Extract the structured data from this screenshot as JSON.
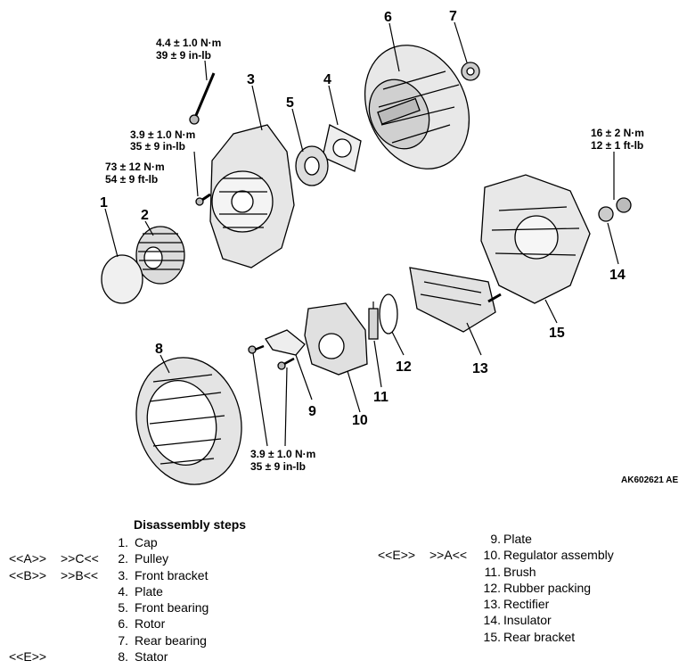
{
  "torque": {
    "t1_nm": "4.4 ± 1.0 N·m",
    "t1_inlb": "39 ± 9 in-lb",
    "t2_nm": "3.9 ± 1.0 N·m",
    "t2_inlb": "35 ± 9 in-lb",
    "t3_nm": "73 ± 12 N·m",
    "t3_ftlb": "54 ± 9 ft-lb",
    "t4_nm": "16 ± 2 N·m",
    "t4_ftlb": "12 ± 1 ft-lb",
    "t5_nm": "3.9 ± 1.0 N·m",
    "t5_inlb": "35 ± 9 in-lb"
  },
  "callouts": [
    "1",
    "2",
    "3",
    "4",
    "5",
    "6",
    "7",
    "8",
    "9",
    "10",
    "11",
    "12",
    "13",
    "14",
    "15"
  ],
  "figure_ref": "AK602621 AE",
  "steps_title": "Disassembly steps",
  "steps_left": [
    {
      "m1": "",
      "m2": "",
      "num": "1.",
      "label": "Cap"
    },
    {
      "m1": "<<A>>",
      "m2": ">>C<<",
      "num": "2.",
      "label": "Pulley"
    },
    {
      "m1": "<<B>>",
      "m2": ">>B<<",
      "num": "3.",
      "label": "Front bracket"
    },
    {
      "m1": "",
      "m2": "",
      "num": "4.",
      "label": "Plate"
    },
    {
      "m1": "",
      "m2": "",
      "num": "5.",
      "label": "Front bearing"
    },
    {
      "m1": "",
      "m2": "",
      "num": "6.",
      "label": "Rotor"
    },
    {
      "m1": "",
      "m2": "",
      "num": "7.",
      "label": "Rear bearing"
    },
    {
      "m1": "<<E>>",
      "m2": "",
      "num": "8.",
      "label": "Stator"
    }
  ],
  "steps_right": [
    {
      "m1": "",
      "m2": "",
      "num": "9.",
      "label": "Plate"
    },
    {
      "m1": "<<E>>",
      "m2": ">>A<<",
      "num": "10.",
      "label": "Regulator assembly"
    },
    {
      "m1": "",
      "m2": "",
      "num": "11.",
      "label": "Brush"
    },
    {
      "m1": "",
      "m2": "",
      "num": "12.",
      "label": "Rubber packing"
    },
    {
      "m1": "",
      "m2": "",
      "num": "13.",
      "label": "Rectifier"
    },
    {
      "m1": "",
      "m2": "",
      "num": "14.",
      "label": "Insulator"
    },
    {
      "m1": "",
      "m2": "",
      "num": "15.",
      "label": "Rear bracket"
    }
  ]
}
